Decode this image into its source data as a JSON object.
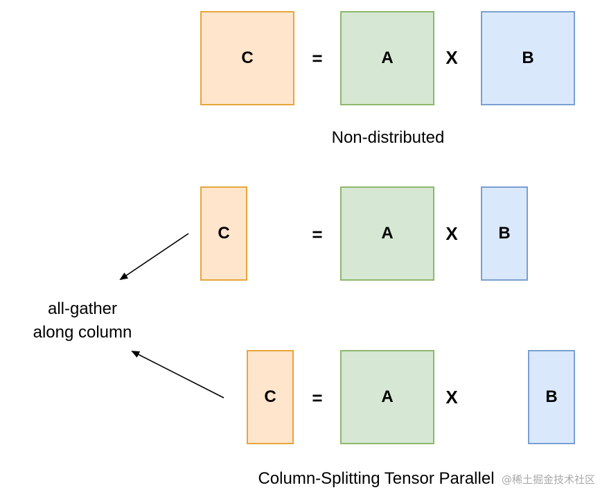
{
  "rows": [
    {
      "c_label": "C",
      "eq_label": "=",
      "a_label": "A",
      "x_label": "X",
      "b_label": "B",
      "caption": "Non-distributed"
    },
    {
      "c_label": "C",
      "eq_label": "=",
      "a_label": "A",
      "x_label": "X",
      "b_label": "B"
    },
    {
      "c_label": "C",
      "eq_label": "=",
      "a_label": "A",
      "x_label": "X",
      "b_label": "B"
    }
  ],
  "gather_label": {
    "line1": "all-gather",
    "line2": "along column"
  },
  "bottom_caption": "Column-Splitting Tensor Parallel",
  "watermark": "@稀土掘金技术社区",
  "colors": {
    "c_fill": "#ffe5cc",
    "c_border": "#e6a63b",
    "a_fill": "#d6e8d4",
    "a_border": "#8cb86a",
    "b_fill": "#dae8fc",
    "b_border": "#7a9fd0"
  }
}
